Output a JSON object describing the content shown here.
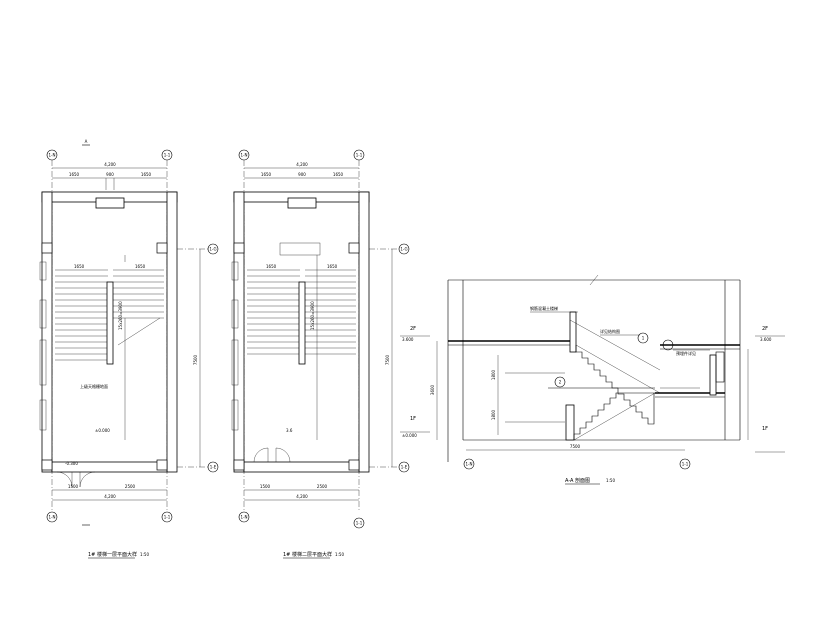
{
  "plans": [
    {
      "caption": "1# 楼梯一层平面大样",
      "scale": "1:50",
      "grid_top_left": "1-N",
      "grid_top_right": "1-1",
      "grid_right_top": "1-G",
      "grid_right_bottom": "1-E",
      "section_mark": "A",
      "dim_total": "4,200",
      "dim_top": [
        "1650",
        "900",
        "1650"
      ],
      "dim_bottom_left": "1500",
      "dim_bottom_right": "2500",
      "dim_mid": [
        "1650",
        "1650"
      ],
      "dim_right": "7500",
      "level": "±0.000",
      "entry_level": "-0.300",
      "note": "上级天格栅地面",
      "stair_note": "15x260=3900"
    },
    {
      "caption": "1# 楼梯二层平面大样",
      "scale": "1:50",
      "grid_top_left": "1-N",
      "grid_top_right": "1-1",
      "grid_right_top": "1-G",
      "grid_right_bottom": "1-E",
      "dim_total": "4,200",
      "dim_top": [
        "1650",
        "900",
        "1650"
      ],
      "dim_bottom_left": "1500",
      "dim_bottom_right": "2500",
      "dim_mid": [
        "1650",
        "1650"
      ],
      "dim_right": "7500",
      "level": "3.6",
      "stair_note": "15x260=3900"
    }
  ],
  "section": {
    "caption": "A-A 剖面图",
    "scale": "1:50",
    "grid_left": "1-N",
    "grid_right": "1-1",
    "floor_top_left": "2F",
    "floor_bottom_left": "1F",
    "floor_top_right": "2F",
    "floor_bottom_right": "1F",
    "level_top": "3.600",
    "level_bottom": "±0.000",
    "dim_total": "7500",
    "dims": [
      "3600",
      "1800",
      "1800"
    ],
    "notes": [
      "钢筋混凝土楼梯",
      "详见结构图",
      "预埋件详见"
    ],
    "callouts": [
      "1",
      "2"
    ]
  }
}
